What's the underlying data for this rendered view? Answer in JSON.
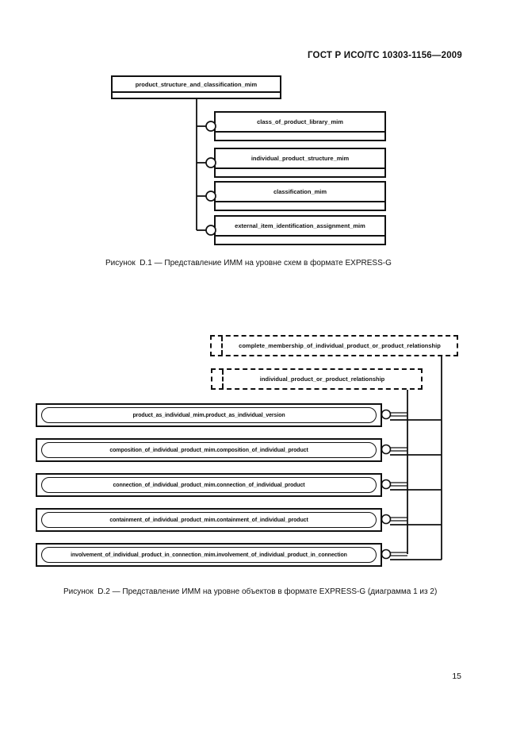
{
  "page": {
    "header": "ГОСТ Р ИСО/ТС 10303-1156—2009",
    "page_number": "15"
  },
  "diagram1": {
    "root": "product_structure_and_classification_mim",
    "schemas": [
      "class_of_product_library_mim",
      "individual_product_structure_mim",
      "classification_mim",
      "external_item_identification_assignment_mim"
    ],
    "caption": "Рисунок  D.1 — Представление ИММ на уровне схем в формате EXPRESS-G"
  },
  "diagram2": {
    "selects": [
      "complete_membership_of_individual_product_or_product_relationship",
      "individual_product_or_product_relationship"
    ],
    "entities": [
      "product_as_individual_mim.product_as_individual_version",
      "composition_of_individual_product_mim.composition_of_individual_product",
      "connection_of_individual_product_mim.connection_of_individual_product",
      "containment_of_individual_product_mim.containment_of_individual_product",
      "involvement_of_individual_product_in_connection_mim.involvement_of_individual_product_in_connection"
    ],
    "caption": "Рисунок  D.2 — Представление ИММ на уровне объектов в формате EXPRESS-G (диаграмма 1 из 2)"
  }
}
